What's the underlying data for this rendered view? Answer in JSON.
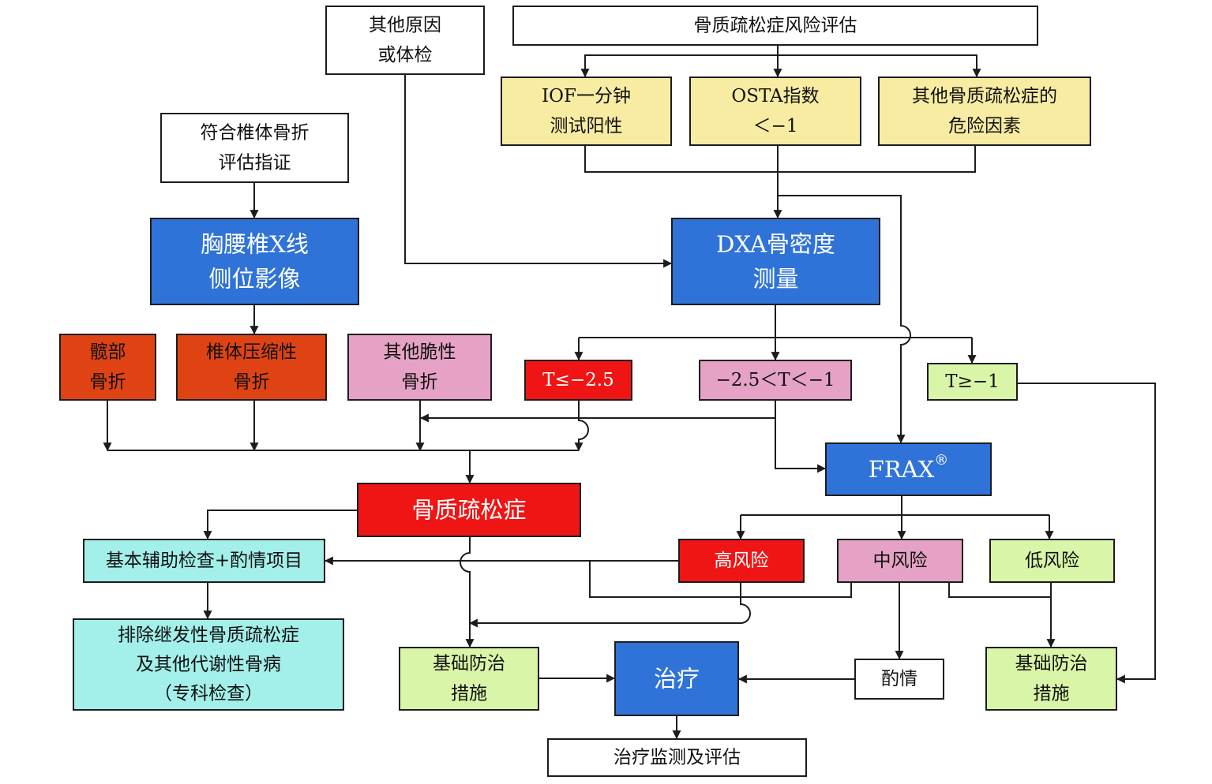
{
  "colors": {
    "white": "#ffffff",
    "yellow": "#f7eca2",
    "blue": "#2f73d8",
    "orange": "#df4314",
    "pink": "#e5a2c4",
    "red": "#ef1515",
    "green": "#d9f5a8",
    "cyan": "#a3efe9",
    "line": "#1c1c1c"
  },
  "nodes": {
    "other_cause": [
      "其他原因",
      "或体检"
    ],
    "risk_eval": [
      "骨质疏松症风险评估"
    ],
    "iof": [
      "IOF一分钟",
      "测试阳性"
    ],
    "osta": [
      "OSTA指数",
      "＜−1"
    ],
    "other_risk": [
      "其他骨质疏松症的",
      "危险因素"
    ],
    "vertebral_indication": [
      "符合椎体骨折",
      "评估指证"
    ],
    "xray": [
      "胸腰椎X线",
      "侧位影像"
    ],
    "dxa": [
      "DXA骨密度",
      "测量"
    ],
    "hip_fracture": [
      "髋部",
      "骨折"
    ],
    "vertebral_fracture": [
      "椎体压缩性",
      "骨折"
    ],
    "other_fragility": [
      "其他脆性",
      "骨折"
    ],
    "t_low": [
      "T≤−2.5"
    ],
    "t_mid": [
      "−2.5＜T＜−1"
    ],
    "t_high": [
      "T≥−1"
    ],
    "frax": [
      "FRAX",
      "®"
    ],
    "osteoporosis": [
      "骨质疏松症"
    ],
    "basic_tests": [
      "基本辅助检查+酌情项目"
    ],
    "high_risk": [
      "高风险"
    ],
    "mid_risk": [
      "中风险"
    ],
    "low_risk": [
      "低风险"
    ],
    "exclude_secondary": [
      "排除继发性骨质疏松症",
      "及其他代谢性骨病",
      "（专科检查）"
    ],
    "basic_prevention_left": [
      "基础防治",
      "措施"
    ],
    "treatment": [
      "治疗"
    ],
    "as_needed": [
      "酌情"
    ],
    "basic_prevention_right": [
      "基础防治",
      "措施"
    ],
    "monitoring": [
      "治疗监测及评估"
    ]
  }
}
